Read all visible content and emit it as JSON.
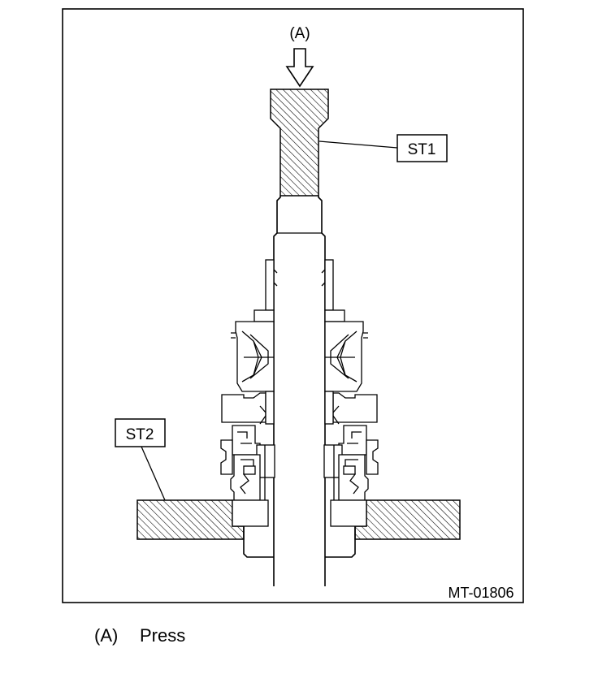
{
  "figure": {
    "press_marker": "(A)",
    "callout_st1": "ST1",
    "callout_st2": "ST2",
    "figure_code": "MT-01806"
  },
  "legend": {
    "key": "(A)",
    "description": "Press"
  }
}
